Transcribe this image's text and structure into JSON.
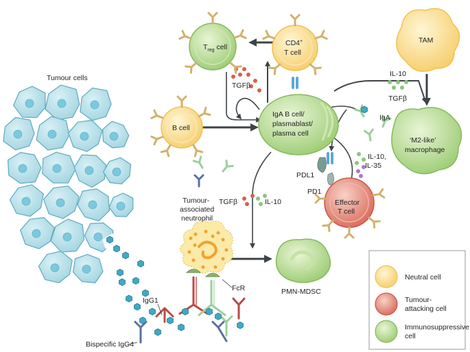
{
  "labels": {
    "tumour_cells": "Tumour cells",
    "treg": "T",
    "treg_sub": "reg",
    "treg_suffix": " cell",
    "cd4": "CD4",
    "cd4_sup": "+",
    "cd4_line2": "T cell",
    "tam": "TAM",
    "b_cell": "B cell",
    "iga_cell_line1": "IgA B cell/",
    "iga_cell_line2": "plasmablast/",
    "iga_cell_line3": "plasma cell",
    "m2_line1": "‘M2-like’",
    "m2_line2": "macrophage",
    "effector_line1": "Effector",
    "effector_line2": "T cell",
    "tan_line1": "Tumour-",
    "tan_line2": "associated",
    "tan_line3": "neutrophil",
    "pmn_mdsc": "PMN-MDSC",
    "tgfb_top": "TGFβ",
    "il10_top": "IL-10",
    "tgfb_right": "TGFβ",
    "iga": "IgA",
    "il10_35_a": "IL-10,",
    "il10_35_b": "IL-35",
    "pdl1": "PDL1",
    "pd1": "PD1",
    "tgfb_mid": "TGFβ",
    "il10_mid": "IL-10",
    "fcr": "FcR",
    "igg1": "IgG1",
    "bispecific": "Bispecific IgG4"
  },
  "legend": [
    {
      "label": "Neutral cell",
      "color": "#f9d98a",
      "edge": "#f3c14f"
    },
    {
      "label_line1": "Tumour-",
      "label_line2": "attacking cell",
      "color": "#e58b7e",
      "edge": "#c9584a"
    },
    {
      "label_line1": "Immunosuppressive",
      "label_line2": "cell",
      "color": "#b5d98b",
      "edge": "#86b85c"
    }
  ],
  "colors": {
    "tumour_fill": "#a9dbe6",
    "tumour_edge": "#5fa9bd",
    "nucleus": "#7cc8dc",
    "neutral": "#f9d98a",
    "attacking": "#e58b7e",
    "suppressive": "#b5d98b",
    "arrow": "#3d4347",
    "antibody_tan": "#d2b16a",
    "antibody_green": "#9bcf9b",
    "antibody_red": "#b84a45",
    "antibody_blue": "#5b6fa3",
    "hexagon": "#41a9c2",
    "tgfb_dot": "#d6604d",
    "il10_dot": "#8cc47d",
    "il35_dot": "#a979c4"
  }
}
